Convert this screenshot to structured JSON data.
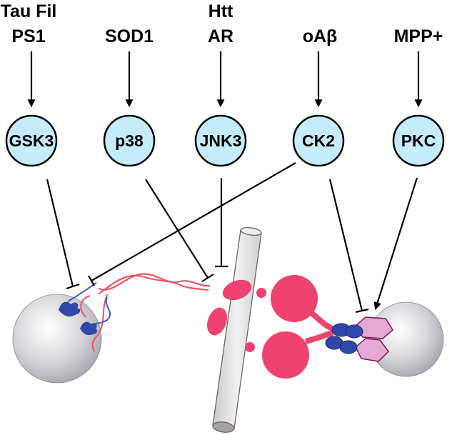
{
  "inputs": [
    {
      "id": "gsk3-inputs",
      "lines": [
        "Tau Fil",
        "PS1"
      ]
    },
    {
      "id": "p38-inputs",
      "lines": [
        "SOD1"
      ]
    },
    {
      "id": "jnk3-inputs",
      "lines": [
        "Htt",
        "AR"
      ]
    },
    {
      "id": "ck2-inputs",
      "lines": [
        "oAβ"
      ]
    },
    {
      "id": "pkc-inputs",
      "lines": [
        "MPP+"
      ]
    }
  ],
  "kinases": [
    "GSK3",
    "p38",
    "JNK3",
    "CK2",
    "PKC"
  ],
  "colors": {
    "kinase_fill": "#c4ecfa",
    "motor_pink": "#f0426e",
    "microtubule": "#e2e2e2",
    "vesicle": "#c8c8d0",
    "light_chain_blue": "#2f48a8",
    "kinesin_head_lilac": "#e6a8d4",
    "filament_red": "#e8556a",
    "filament_blue": "#4458c8"
  }
}
